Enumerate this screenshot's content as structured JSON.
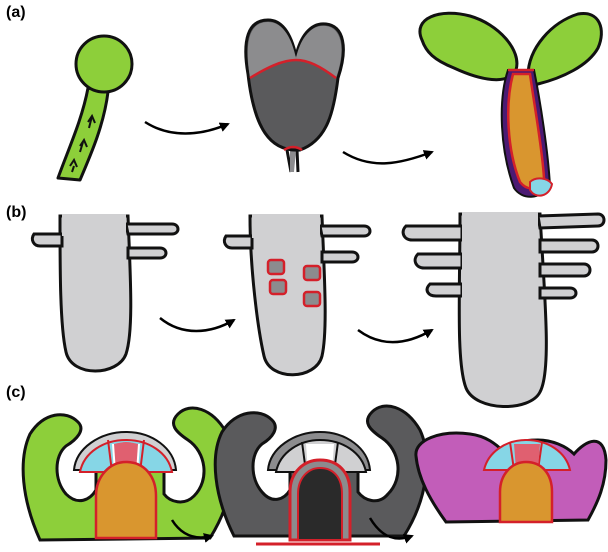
{
  "panels": {
    "a": {
      "label": "(a)"
    },
    "b": {
      "label": "(b)"
    },
    "c": {
      "label": "(c)"
    }
  },
  "colors": {
    "green": "#8dcf3a",
    "gray_light": "#d0d0d2",
    "gray_mid": "#8c8c8e",
    "gray_dark": "#5a5a5c",
    "black_core": "#2a2a2a",
    "orange": "#d9962f",
    "red": "#d4202a",
    "cyan": "#86d6e6",
    "purple": "#4b1a73",
    "magenta": "#c25db9",
    "outline": "#111111"
  }
}
